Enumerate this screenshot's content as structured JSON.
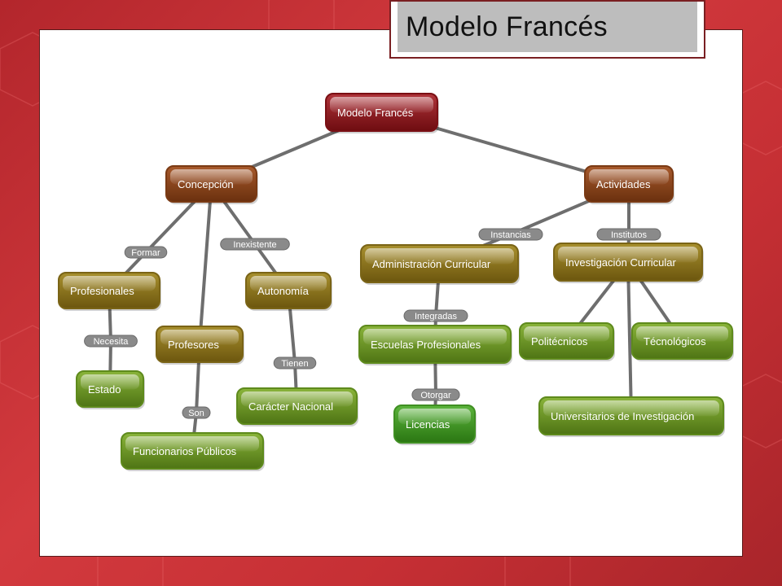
{
  "slide": {
    "title": "Modelo Francés"
  },
  "colors": {
    "root": "#7a0f14",
    "brown": "#7a3a14",
    "olive": "#7a6416",
    "green": "#5e8a1c",
    "darkgreen": "#3f8f22",
    "link": "#6e6e6e"
  },
  "nodes": [
    {
      "id": "modelo",
      "label": "Modelo Francés",
      "style": "root"
    },
    {
      "id": "concepcion",
      "label": "Concepción",
      "style": "brown"
    },
    {
      "id": "actividades",
      "label": "Actividades",
      "style": "brown"
    },
    {
      "id": "profesionales",
      "label": "Profesionales",
      "style": "olive"
    },
    {
      "id": "profesores",
      "label": "Profesores",
      "style": "olive"
    },
    {
      "id": "autonomia",
      "label": "Autonomía",
      "style": "olive"
    },
    {
      "id": "admin",
      "label": "Administración Curricular",
      "style": "olive"
    },
    {
      "id": "investigacion",
      "label": "Investigación Curricular",
      "style": "olive"
    },
    {
      "id": "estado",
      "label": "Estado",
      "style": "green"
    },
    {
      "id": "funcionarios",
      "label": "Funcionarios Públicos",
      "style": "green"
    },
    {
      "id": "caracter",
      "label": "Carácter Nacional",
      "style": "green"
    },
    {
      "id": "escuelas",
      "label": "Escuelas Profesionales",
      "style": "green"
    },
    {
      "id": "licencias",
      "label": "Licencias",
      "style": "darkgreen"
    },
    {
      "id": "politecnicos",
      "label": "Politécnicos",
      "style": "green"
    },
    {
      "id": "tecnologicos",
      "label": "Técnológicos",
      "style": "green"
    },
    {
      "id": "universitarios",
      "label": "Universitarios de Investigación",
      "style": "green"
    }
  ],
  "link_labels": [
    {
      "id": "formar",
      "text": "Formar"
    },
    {
      "id": "inexistente",
      "text": "Inexistente"
    },
    {
      "id": "necesita",
      "text": "Necesita"
    },
    {
      "id": "son",
      "text": "Son"
    },
    {
      "id": "tienen",
      "text": "Tienen"
    },
    {
      "id": "instancias",
      "text": "Instancias"
    },
    {
      "id": "institutos",
      "text": "Institutos"
    },
    {
      "id": "integradas",
      "text": "Integradas"
    },
    {
      "id": "otorgar",
      "text": "Otorgar"
    }
  ],
  "links": [
    [
      "modelo",
      "concepcion"
    ],
    [
      "modelo",
      "actividades"
    ],
    [
      "concepcion",
      "formar"
    ],
    [
      "formar",
      "profesionales"
    ],
    [
      "concepcion",
      "profesores"
    ],
    [
      "concepcion",
      "inexistente"
    ],
    [
      "inexistente",
      "autonomia"
    ],
    [
      "profesionales",
      "necesita"
    ],
    [
      "necesita",
      "estado"
    ],
    [
      "profesores",
      "son"
    ],
    [
      "son",
      "funcionarios"
    ],
    [
      "autonomia",
      "tienen"
    ],
    [
      "tienen",
      "caracter"
    ],
    [
      "actividades",
      "instancias"
    ],
    [
      "instancias",
      "admin"
    ],
    [
      "actividades",
      "institutos"
    ],
    [
      "institutos",
      "investigacion"
    ],
    [
      "admin",
      "integradas"
    ],
    [
      "integradas",
      "escuelas"
    ],
    [
      "escuelas",
      "otorgar"
    ],
    [
      "otorgar",
      "licencias"
    ],
    [
      "investigacion",
      "politecnicos"
    ],
    [
      "investigacion",
      "tecnologicos"
    ],
    [
      "investigacion",
      "universitarios"
    ]
  ]
}
